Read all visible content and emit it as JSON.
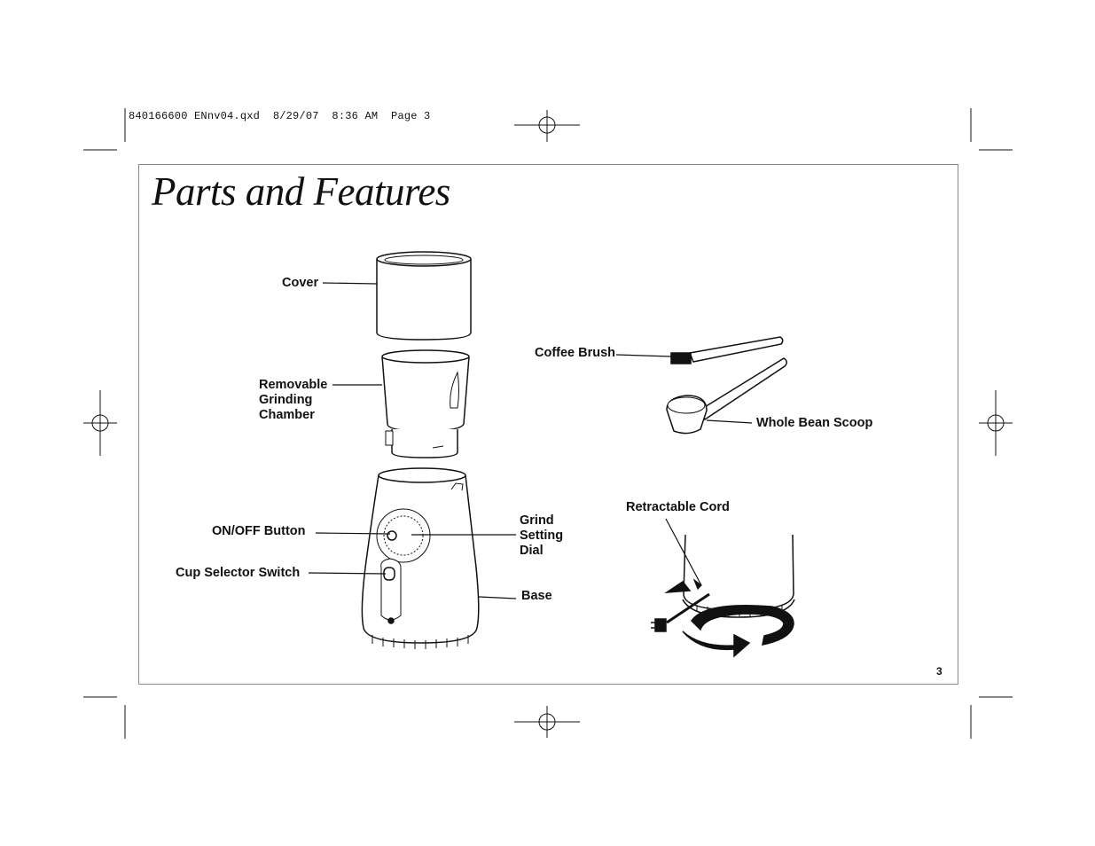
{
  "slug": "840166600 ENnv04.qxd  8/29/07  8:36 AM  Page 3",
  "title": "Parts and Features",
  "labels": {
    "cover": "Cover",
    "removable_line1": "Removable",
    "removable_line2": "Grinding",
    "removable_line3": "Chamber",
    "on_off": "ON/OFF Button",
    "cup_selector": "Cup Selector Switch",
    "grind_line1": "Grind",
    "grind_line2": "Setting",
    "grind_line3": "Dial",
    "base": "Base",
    "coffee_brush": "Coffee Brush",
    "whole_bean_scoop": "Whole Bean Scoop",
    "retractable_cord": "Retractable Cord"
  },
  "page_number": "3"
}
